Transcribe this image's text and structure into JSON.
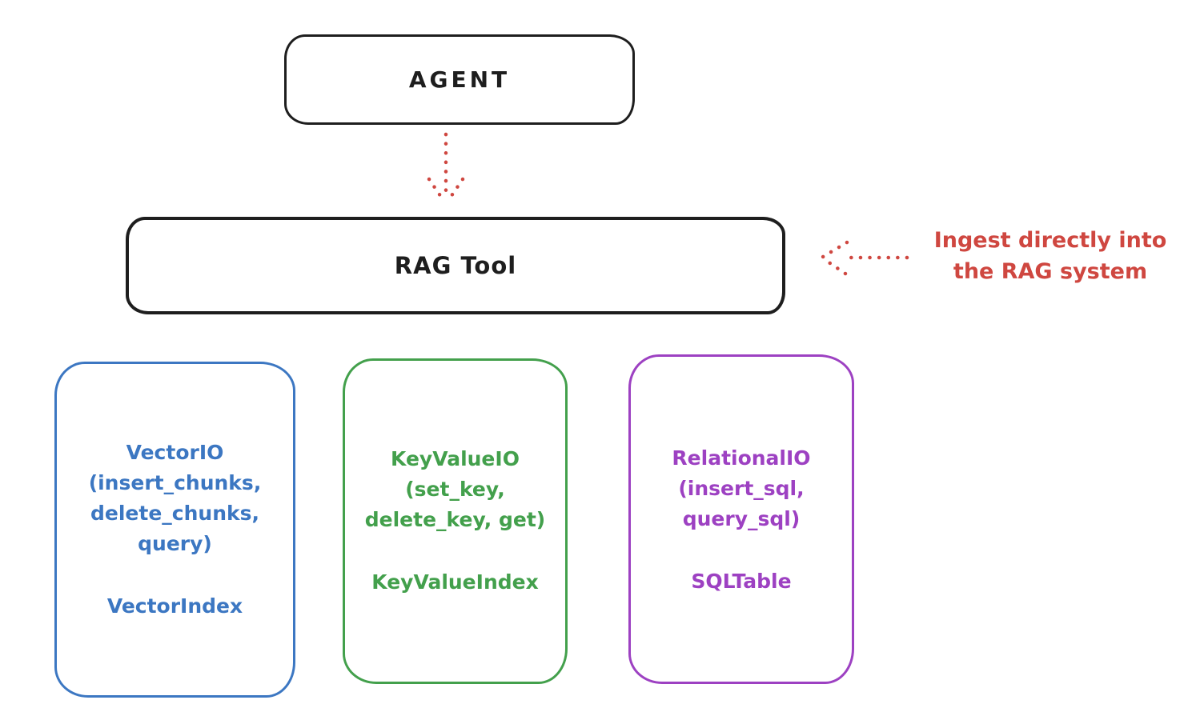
{
  "colors": {
    "stroke": "#1e1e1e",
    "red": "#cf4740",
    "blue": "#3c77c2",
    "green": "#43a04c",
    "purple": "#9d41c2"
  },
  "diagram": {
    "agent": {
      "label": "AGENT"
    },
    "rag_tool": {
      "label": "RAG Tool"
    },
    "annotation": {
      "text": "Ingest directly into\nthe RAG system"
    },
    "arrows": [
      {
        "name": "agent-to-rag",
        "style": "dotted"
      },
      {
        "name": "ingest-into-rag",
        "style": "dotted"
      }
    ],
    "backends": [
      {
        "name": "vector-io",
        "io_text": "VectorIO\n(insert_chunks,\ndelete_chunks,\nquery)",
        "index_label": "VectorIndex"
      },
      {
        "name": "keyvalue-io",
        "io_text": "KeyValueIO\n(set_key,\ndelete_key, get)",
        "index_label": "KeyValueIndex"
      },
      {
        "name": "relational-io",
        "io_text": "RelationalIO\n(insert_sql,\nquery_sql)",
        "index_label": "SQLTable"
      }
    ]
  }
}
